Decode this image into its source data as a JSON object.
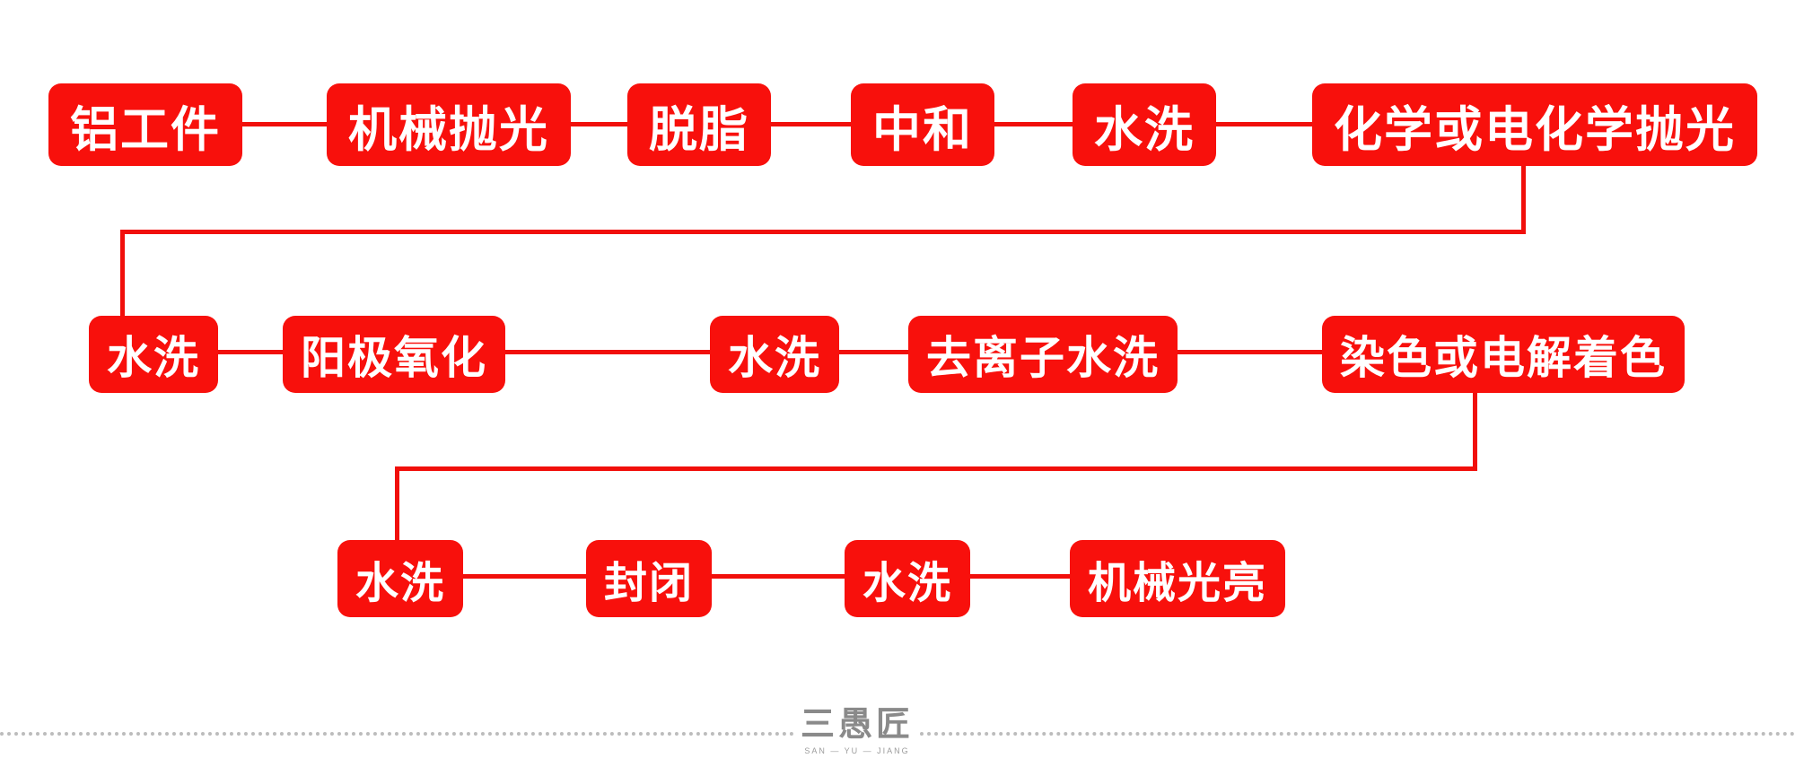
{
  "diagram": {
    "type": "flowchart",
    "subject": "aluminum anodizing process flow",
    "node_fill_color": "#f8100c",
    "node_text_color": "#ffffff",
    "connector_color": "#f10f0b",
    "background_color": "#ffffff",
    "sequence": [
      "铝工件",
      "机械抛光",
      "脱脂",
      "中和",
      "水洗",
      "化学或电化学抛光",
      "水洗",
      "阳极氧化",
      "水洗",
      "去离子水洗",
      "染色或电解着色",
      "水洗",
      "封闭",
      "水洗",
      "机械光亮"
    ]
  },
  "nodes": [
    {
      "label": "铝工件"
    },
    {
      "label": "机械抛光"
    },
    {
      "label": "脱脂"
    },
    {
      "label": "中和"
    },
    {
      "label": "水洗"
    },
    {
      "label": "化学或电化学抛光"
    },
    {
      "label": "水洗"
    },
    {
      "label": "阳极氧化"
    },
    {
      "label": "水洗"
    },
    {
      "label": "去离子水洗"
    },
    {
      "label": "染色或电解着色"
    },
    {
      "label": "水洗"
    },
    {
      "label": "封闭"
    },
    {
      "label": "水洗"
    },
    {
      "label": "机械光亮"
    }
  ],
  "watermark": {
    "logo": "三愚匠",
    "subtext": "SAN — YU — JIANG"
  }
}
